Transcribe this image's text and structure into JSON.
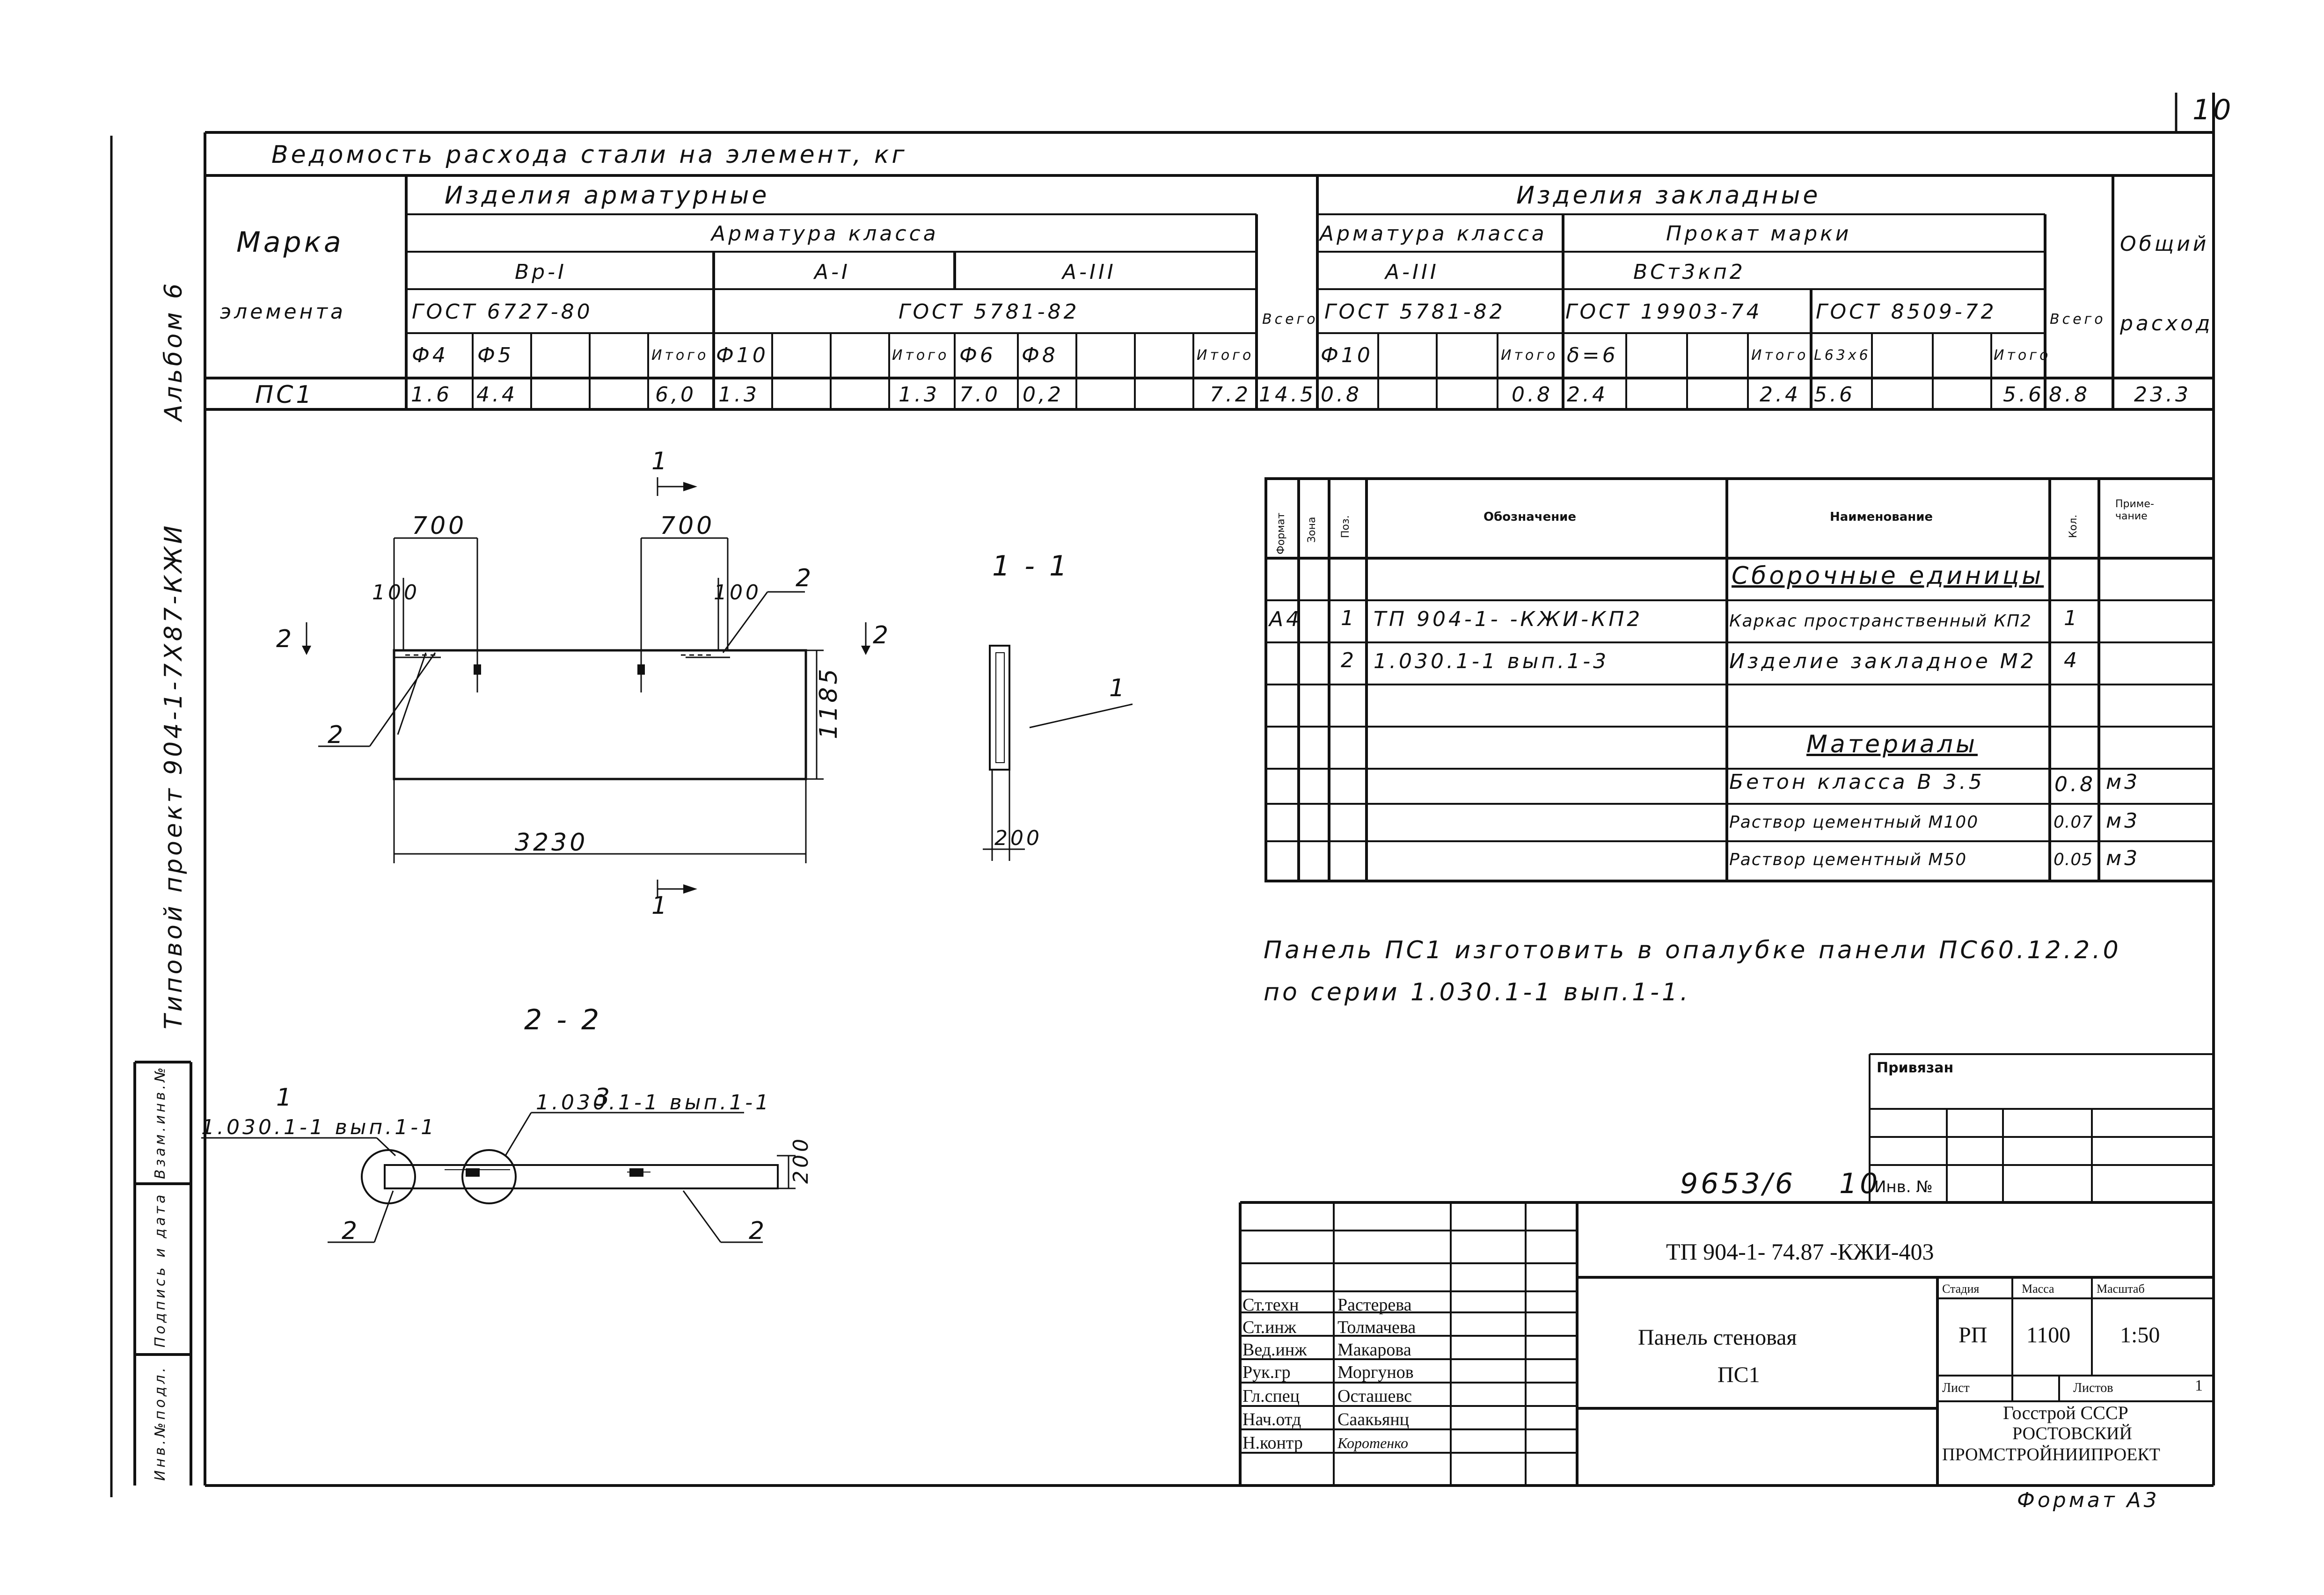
{
  "page_number": "10",
  "album_label": "Альбом 6",
  "project_side": "Типовой проект 904-1-7Х87-КЖИ",
  "steel_table": {
    "title": "Ведомость расхода стали на элемент, кг",
    "marka_label_1": "Марка",
    "marka_label_2": "элемента",
    "armatur_group": "Изделия арматурные",
    "armatura_klassa": "Арматура класса",
    "vr1": "Вр-I",
    "a1": "А-I",
    "a3": "А-III",
    "gost_6727": "ГОСТ 6727-80",
    "gost_5781": "ГОСТ 5781-82",
    "vsego": "Всего",
    "zaklad_group": "Изделия закладные",
    "zaklad_arm_klassa": "Арматура класса",
    "zaklad_a3": "А-III",
    "prokat_marki": "Прокат марки",
    "vst": "ВСт3кп2",
    "zaklad_gost_5781": "ГОСТ 5781-82",
    "gost_19903": "ГОСТ 19903-74",
    "gost_8509": "ГОСТ 8509-72",
    "zaklad_vsego": "Всего",
    "obshiy_1": "Общий",
    "obshiy_2": "расход",
    "cols": {
      "d4": "Ф4",
      "d5": "Ф5",
      "itogo1": "Итого",
      "d10": "Ф10",
      "itogo2": "Итого",
      "d6": "Ф6",
      "d8": "Ф8",
      "itogo3": "Итого",
      "zd10": "Ф10",
      "zitogo1": "Итого",
      "d6s": "δ=6",
      "zitogo2": "Итого",
      "ug": "L63х6",
      "zitogo3": "Итого"
    },
    "row": {
      "marka": "ПС1",
      "d4": "1.6",
      "d5": "4.4",
      "itogo1": "6,0",
      "d10": "1.3",
      "itogo2": "1.3",
      "d6": "7.0",
      "d8": "0,2",
      "itogo3": "7.2",
      "vsego": "14.5",
      "zd10": "0.8",
      "zitogo1": "0.8",
      "d6s": "2.4",
      "zitogo2": "2.4",
      "ug": "5.6",
      "zitogo3": "5.6",
      "zvsego": "8.8",
      "total": "23.3"
    }
  },
  "drawing": {
    "dim_700_left": "700",
    "dim_700_right": "700",
    "dim_100_left": "100",
    "dim_100_right": "100",
    "dim_1185": "1185",
    "dim_3230": "3230",
    "dim_200": "200",
    "dim_200_b": "200",
    "sec1_top": "1",
    "sec1_bot": "1",
    "sec2_left": "2",
    "sec2_right": "2",
    "callout_2a": "2",
    "callout_2b": "2",
    "callout_2c": "2",
    "callout_2d": "2",
    "title_1_1": "1 - 1",
    "callout_1": "1",
    "title_2_2": "2 - 2",
    "callout_1b": "1",
    "callout_3": "3",
    "ref_1": "1.030.1-1 вып.1-1",
    "ref_3": "1.030.1-1 вып.1-1"
  },
  "spec": {
    "headers": {
      "format": "Формат",
      "zona": "Зона",
      "poz": "Поз.",
      "oboz": "Обозначение",
      "naim": "Наименование",
      "kol": "Кол.",
      "prim": "Приме- чание"
    },
    "section1": "Сборочные единицы",
    "rows": [
      {
        "format": "А4",
        "poz": "1",
        "oboz": "ТП 904-1-   -КЖИ-КП2",
        "naim": "Каркас пространственный КП2",
        "kol": "1",
        "prim": ""
      },
      {
        "format": "",
        "poz": "2",
        "oboz": "1.030.1-1 вып.1-3",
        "naim": "Изделие закладное М2",
        "kol": "4",
        "prim": ""
      }
    ],
    "section2": "Материалы",
    "materials": [
      {
        "naim": "Бетон класса В 3.5",
        "kol": "0.8",
        "prim": "м3"
      },
      {
        "naim": "Раствор цементный М100",
        "kol": "0.07",
        "prim": "м3"
      },
      {
        "naim": "Раствор цементный М50",
        "kol": "0.05",
        "prim": "м3"
      }
    ]
  },
  "note_line1": "Панель ПС1 изготовить в опалубке панели ПС60.12.2.0",
  "note_line2": "по серии 1.030.1-1 вып.1-1.",
  "privyazan": "Привязан",
  "inv_no": "Инв. №",
  "stamp_number": "9653/6",
  "stamp_sheet_no": "10",
  "left_strip": {
    "inv_podl": "Инв.№подл.",
    "podpis": "Подпись и дата",
    "vzam": "Взам.инв.№"
  },
  "title_block": {
    "code": "ТП 904-1- 74.87  -КЖИ-403",
    "name1": "Панель стеновая",
    "name2": "ПС1",
    "stadiya_h": "Стадия",
    "massa_h": "Масса",
    "masshtab_h": "Масштаб",
    "stadiya": "РП",
    "massa": "1100",
    "masshtab": "1:50",
    "list_h": "Лист",
    "listov_h": "Листов",
    "listov": "1",
    "org1": "Госстрой СССР",
    "org2": "РОСТОВСКИЙ",
    "org3": "ПРОМСТРОЙНИИПРОЕКТ",
    "roles": [
      {
        "role": "Ст.техн",
        "name": "Растерева"
      },
      {
        "role": "Ст.инж",
        "name": "Толмачева"
      },
      {
        "role": "Вед.инж",
        "name": "Макарова"
      },
      {
        "role": "Рук.гр",
        "name": "Моргунов"
      },
      {
        "role": "Гл.спец",
        "name": "Осташевс"
      },
      {
        "role": "Нач.отд",
        "name": "Саакьянц"
      },
      {
        "role": "Н.контр",
        "name": "Коротенко"
      }
    ]
  },
  "format_label": "Формат А3"
}
